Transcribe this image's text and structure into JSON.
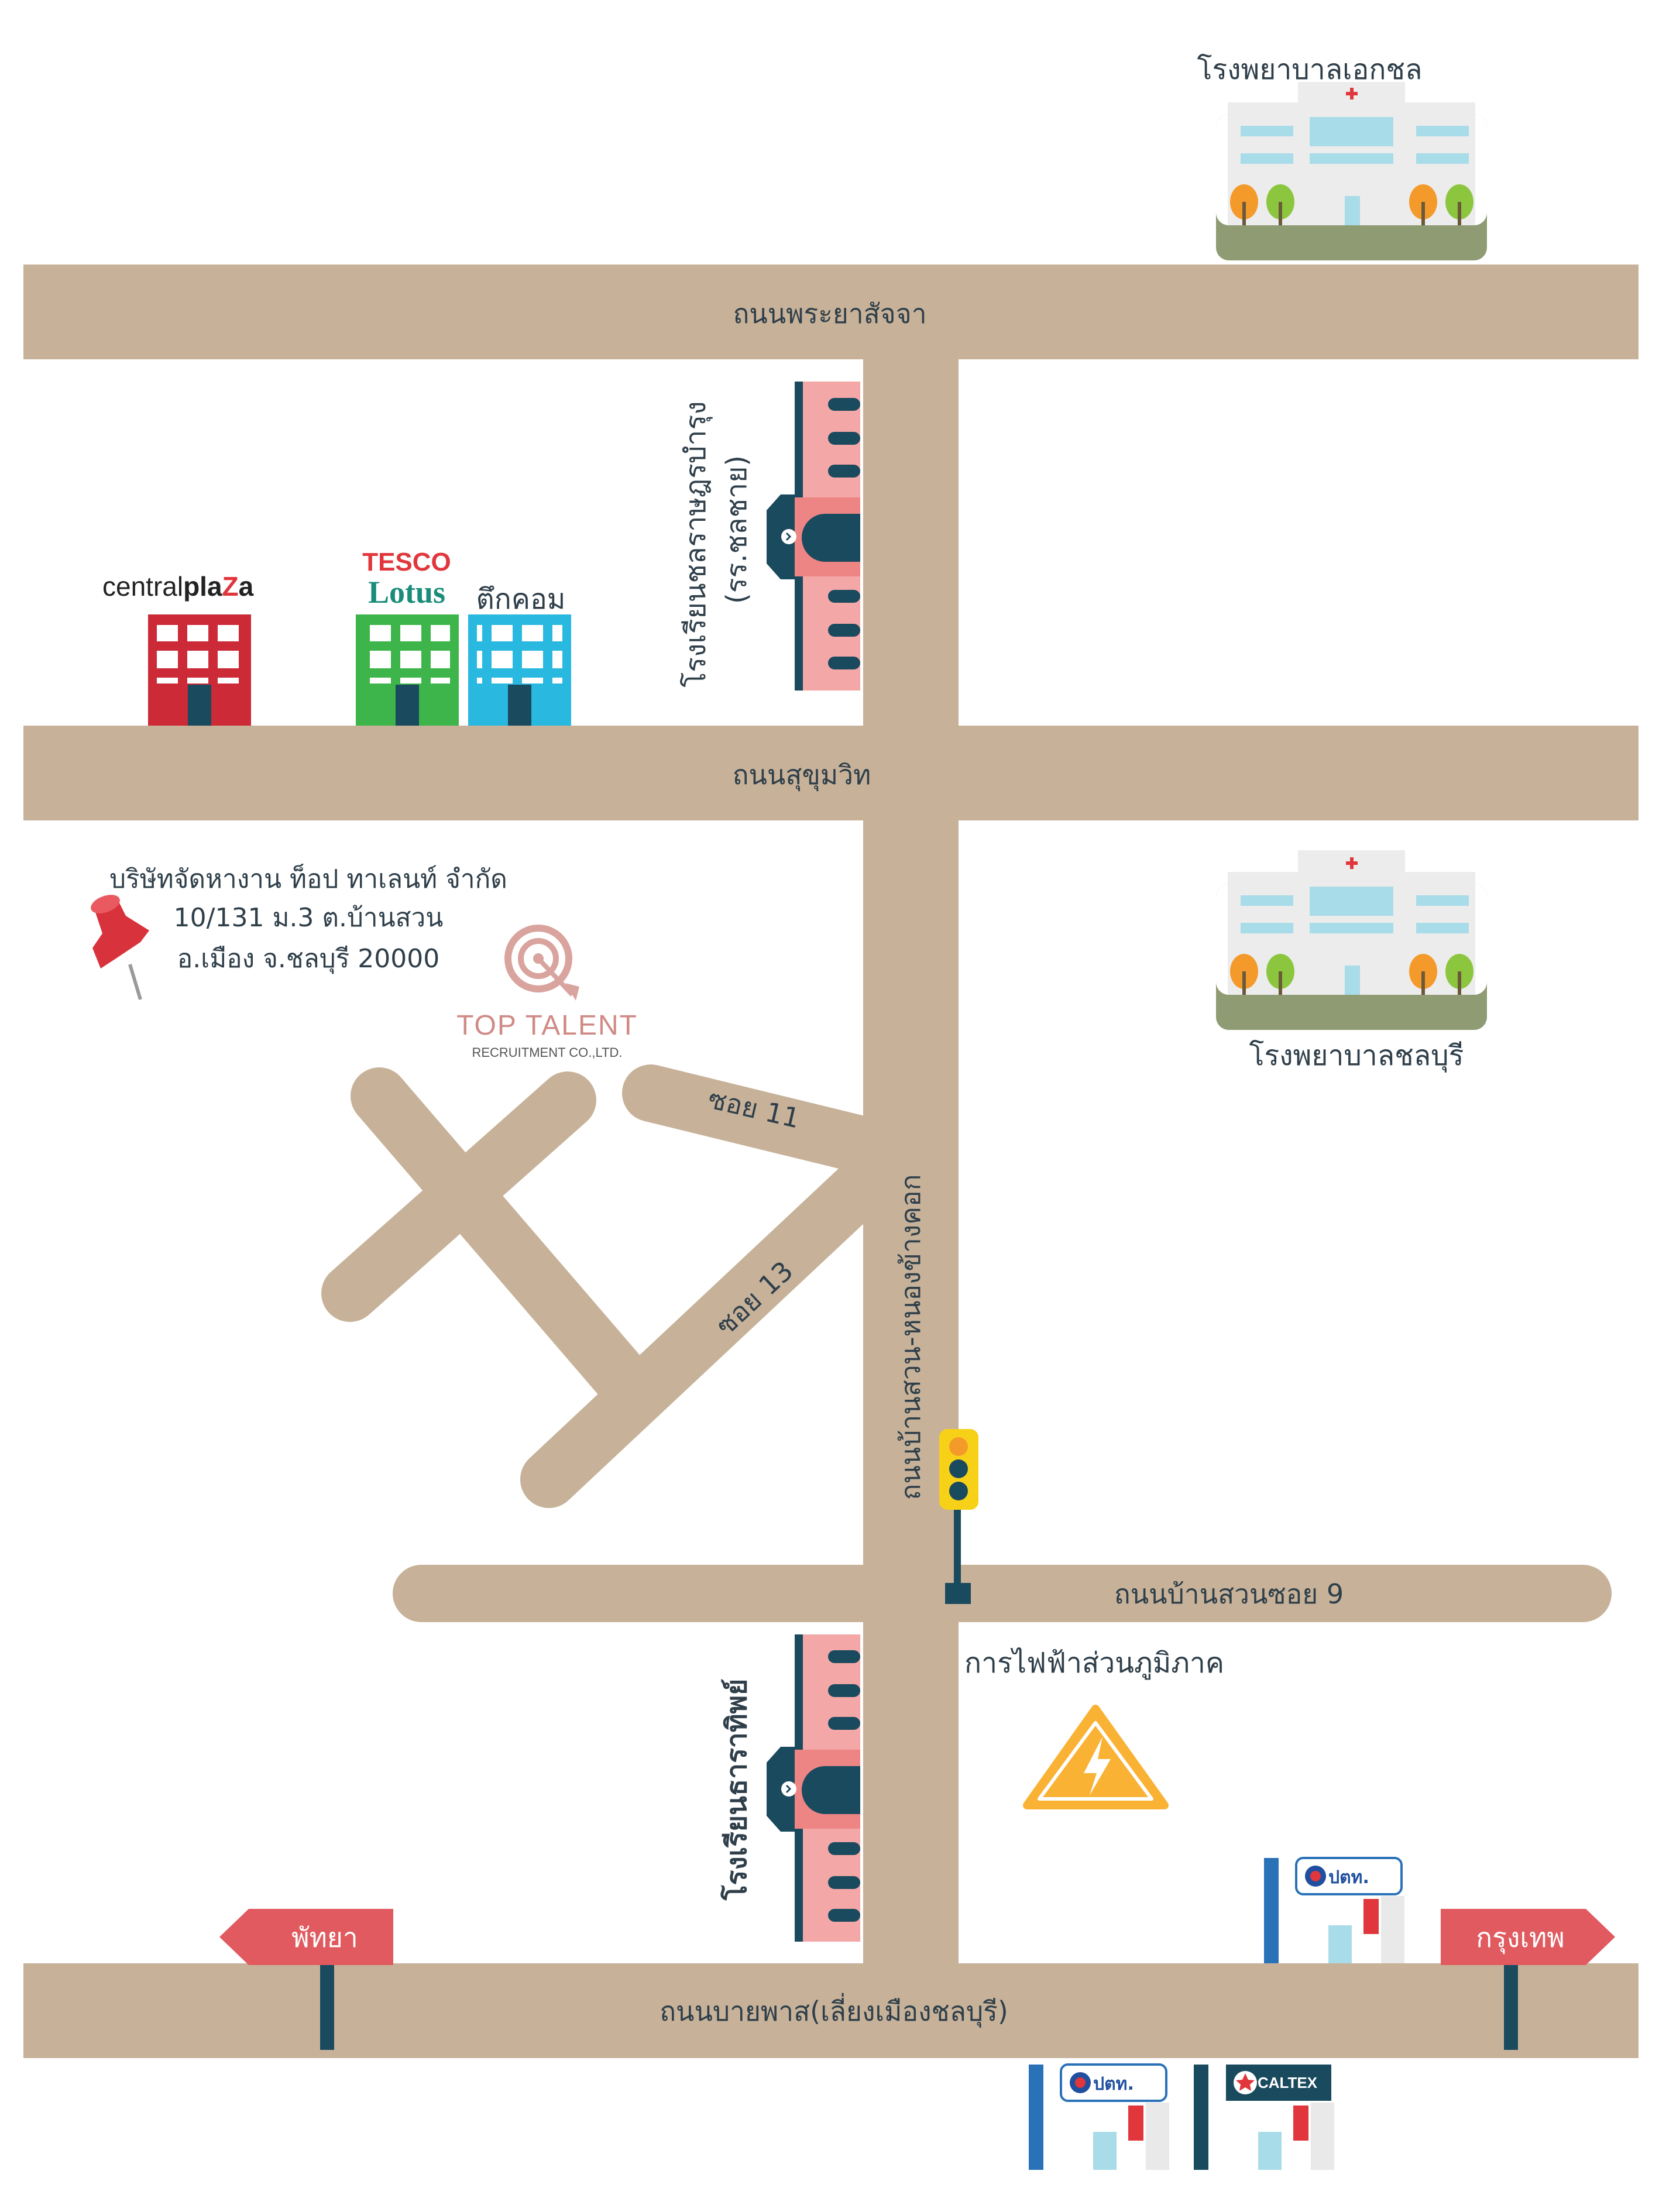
{
  "roads": {
    "top": "ถนนพระยาสัจจา",
    "middle": "ถนนสุขุมวิท",
    "vertical": "ถนนบ้านสวน-หนองข้างคอก",
    "soi9": "ถนนบ้านสวนซอย 9",
    "bottom": "ถนนบายพาส(เลี่ยงเมืองชลบุรี)",
    "soi11": "ซอย 11",
    "soi13": "ซอย 13"
  },
  "places": {
    "hospital_top": "โรงพยาบาลเอกชล",
    "hospital_right": "โรงพยาบาลชลบุรี",
    "school_top_line1": "โรงเรียนชลราษฎรบำรุง",
    "school_top_line2": "(รร.ชลชาย)",
    "school_bottom": "โรงเรียนธาราทิพย์",
    "electric": "การไฟฟ้าส่วนภูมิภาค",
    "tukkom": "ตึกคอม"
  },
  "company": {
    "line1": "บริษัทจัดหางาน ท็อป ทาเลนท์ จำกัด",
    "line2": "10/131 ม.3 ต.บ้านสวน",
    "line3": "อ.เมือง จ.ชลบุรี 20000",
    "logo_name": "TOP TALENT",
    "logo_sub": "RECRUITMENT CO.,LTD."
  },
  "logos": {
    "central_plain": "central",
    "central_bold": "pla",
    "central_z": "Z",
    "central_end": "a",
    "tesco": "TESCO",
    "lotus": "Lotus",
    "ptt": "ปตท.",
    "caltex": "CALTEX"
  },
  "signs": {
    "left": "พัทยา",
    "right": "กรุงเทพ"
  },
  "colors": {
    "road": "#c7b299",
    "navy": "#1a4a5e",
    "sign_red": "#e05a5f",
    "central_red": "#cc2a36",
    "lotus_green": "#3db54a",
    "tukkom_blue": "#29b8df",
    "school_pink": "#f08a8a",
    "warning_orange": "#f9b234"
  }
}
